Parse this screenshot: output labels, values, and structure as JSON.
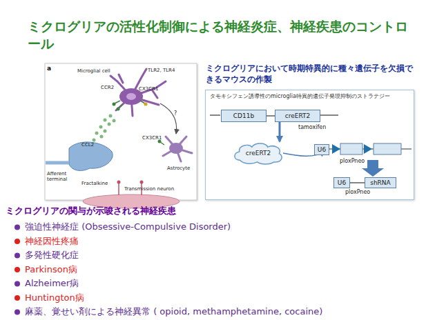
{
  "diagram": {
    "title": "ミクログリアの活性化制御による神経炎症、神経疾患のコントロール",
    "nodes": [
      {
        "text": [
          "タモキシフェン誘導性のmicroglia特異的遺伝子発現抑制のストラテジー"
        ]
      },
      {
        "text": [
          "CD11b"
        ],
        "in": 0
      },
      {
        "text": [
          "creERT2"
        ],
        "in": 0
      },
      {
        "text": [
          "creERT2"
        ],
        "in": 0
      },
      {
        "text": [
          "U6"
        ],
        "in": 0
      },
      {
        "text": [
          "U6"
        ],
        "in": 0
      },
      {
        "text": [
          "shRNA"
        ],
        "in": 0
      }
    ],
    "edges": [
      {
        "from": 1,
        "to": 2,
        "arrow": "none"
      },
      {
        "from": 2,
        "to": 3,
        "arrow": "to"
      },
      {
        "from": 5,
        "to": 6,
        "arrow": "none"
      }
    ],
    "labels": [
      "a",
      "Microglial cell",
      "CCR2",
      "TLR2, TLR4",
      "CX3CR1",
      "?",
      "CCL2",
      "Afferent terminal",
      "Fractalkine",
      "CX3CR1",
      "Astrocyte",
      "Transmission neuron",
      "ミクログリアにおいて時期特異的に種々遺伝子を欠損できるマウスの作製",
      "tamoxifen",
      "ploxPneo",
      "ploxPneo",
      "ミクログリアの関与が示唆される神経疾患",
      "強迫性神経症 (Obsessive-Compulsive Disorder)",
      "神経因性疼痛",
      "多発性硬化症",
      "Parkinson病",
      "Alzheimer病",
      "Huntington病",
      "麻薬、覚せい剤による神経異常 ( opioid, methamphetamine, cocaine)"
    ]
  }
}
